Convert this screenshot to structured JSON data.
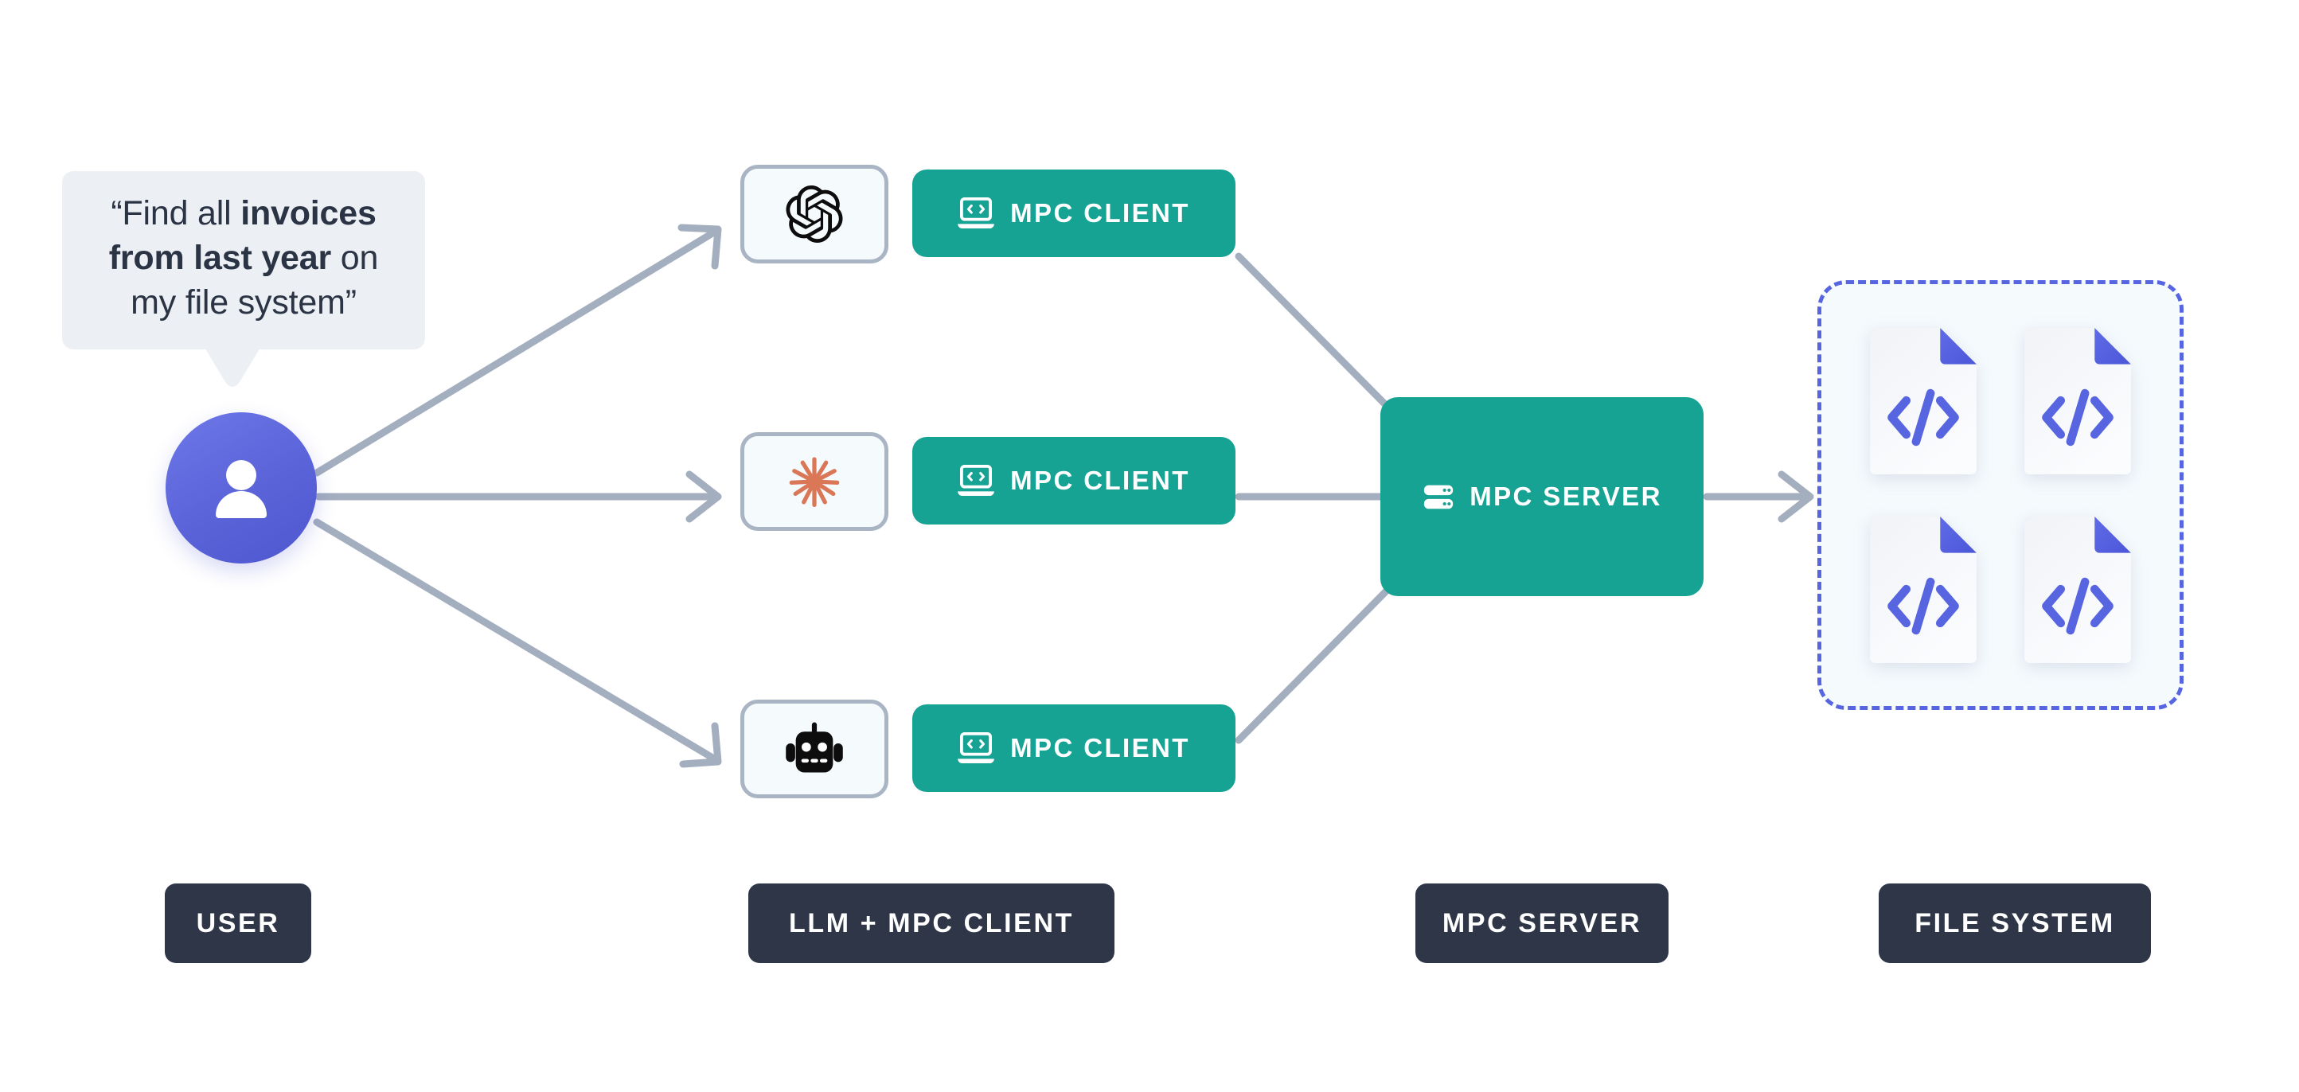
{
  "diagram": {
    "title": "MPC architecture flow",
    "colors": {
      "teal": "#16a394",
      "dark_navy": "#2e3647",
      "indigo": "#5766e0",
      "avatar_purple": "#5a63d8",
      "connector_gray": "#a3aebf",
      "bubble_gray": "#eceff3",
      "claude_orange": "#d97757"
    }
  },
  "bubble": {
    "quote_open": "“Find all ",
    "bold_one": "invoices",
    "mid": " ",
    "bold_two": "from last year",
    "tail_text": " on my file system”",
    "full_text": "“Find all invoices from last year on my file system”"
  },
  "user": {
    "avatar_icon": "person-icon",
    "label": "USER"
  },
  "llm_clients": [
    {
      "icon": "openai-logo-icon",
      "vendor": "OpenAI",
      "client_label": "MPC CLIENT",
      "client_icon": "laptop-code-icon"
    },
    {
      "icon": "claude-burst-icon",
      "vendor": "Claude",
      "client_label": "MPC CLIENT",
      "client_icon": "laptop-code-icon"
    },
    {
      "icon": "robot-head-icon",
      "vendor": "Generic LLM",
      "client_label": "MPC CLIENT",
      "client_icon": "laptop-code-icon"
    }
  ],
  "server": {
    "label": "MPC SERVER",
    "icon": "server-rack-icon"
  },
  "file_system": {
    "label": "FILE SYSTEM",
    "file_icon": "code-file-icon",
    "file_count": 4,
    "files": [
      "code-file",
      "code-file",
      "code-file",
      "code-file"
    ]
  },
  "stage_labels": {
    "user": "USER",
    "llm_client": "LLM + MPC CLIENT",
    "mpc_server": "MPC SERVER",
    "file_system": "FILE SYSTEM"
  }
}
